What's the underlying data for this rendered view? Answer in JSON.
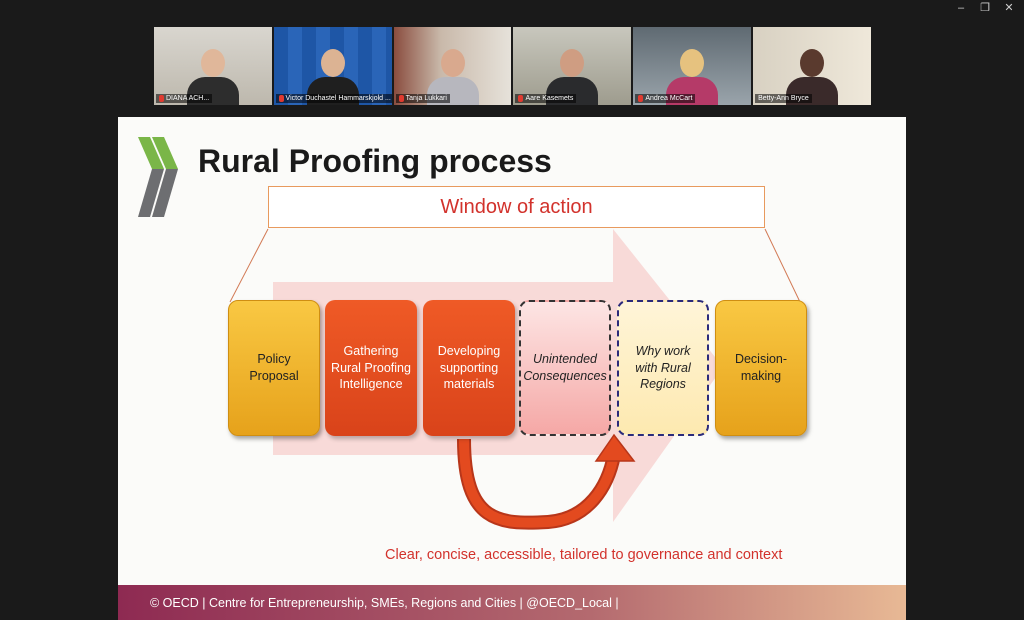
{
  "window_controls": {
    "minimize": "–",
    "restore": "❐",
    "close": "✕"
  },
  "participants": [
    {
      "name": "DIANA ACH...",
      "muted": true,
      "active": false
    },
    {
      "name": "Victor Duchastel Hammarskjold ...",
      "muted": true,
      "active": false
    },
    {
      "name": "Tanja Lukkari",
      "muted": true,
      "active": false
    },
    {
      "name": "Aare Kasemets",
      "muted": true,
      "active": false
    },
    {
      "name": "Andrea McCart",
      "muted": true,
      "active": false
    },
    {
      "name": "Betty-Ann Bryce",
      "muted": false,
      "active": true
    }
  ],
  "slide": {
    "title": "Rural Proofing process",
    "window_label": "Window of action",
    "steps": [
      {
        "label": "Policy Proposal",
        "style": "gold"
      },
      {
        "label": "Gathering Rural Proofing Intelligence",
        "style": "orange"
      },
      {
        "label": "Developing supporting materials",
        "style": "orange"
      },
      {
        "label": "Unintended Consequences",
        "style": "pink"
      },
      {
        "label": "Why work with Rural Regions",
        "style": "cream"
      },
      {
        "label": "Decision-making",
        "style": "gold"
      }
    ],
    "caption": "Clear, concise, accessible, tailored to governance and context",
    "footer": "© OECD | Centre for Entrepreneurship, SMEs, Regions and Cities | @OECD_Local |",
    "colors": {
      "accent_red": "#d2322c",
      "oecd_green": "#7ab648",
      "oecd_grey": "#6d6e71"
    }
  }
}
